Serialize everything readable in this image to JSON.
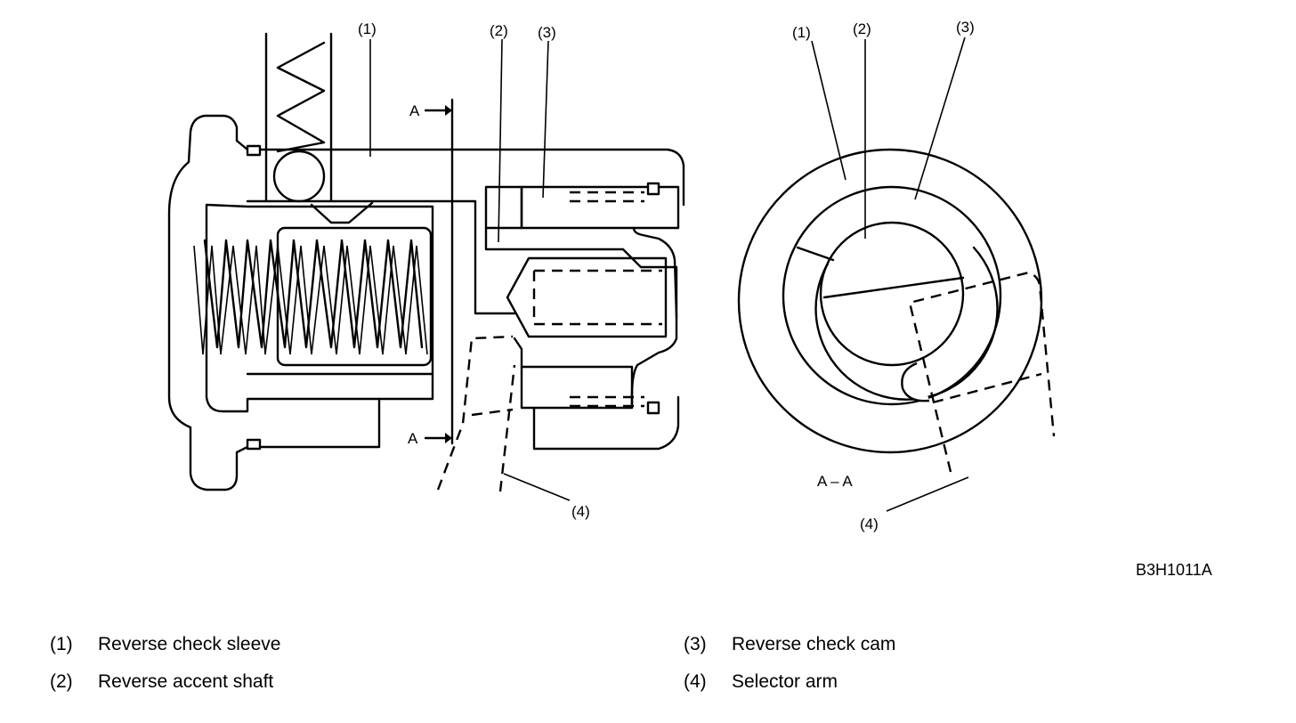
{
  "callouts": {
    "left": {
      "c1": "(1)",
      "c2": "(2)",
      "c3": "(3)",
      "c4": "(4)",
      "section_top": "A",
      "section_bottom": "A"
    },
    "right": {
      "c1": "(1)",
      "c2": "(2)",
      "c3": "(3)",
      "c4": "(4)",
      "section_label": "A – A"
    }
  },
  "figure_code": "B3H1011A",
  "legend": [
    {
      "num": "(1)",
      "label": "Reverse check sleeve"
    },
    {
      "num": "(2)",
      "label": "Reverse accent shaft"
    },
    {
      "num": "(3)",
      "label": "Reverse check cam"
    },
    {
      "num": "(4)",
      "label": "Selector arm"
    }
  ]
}
